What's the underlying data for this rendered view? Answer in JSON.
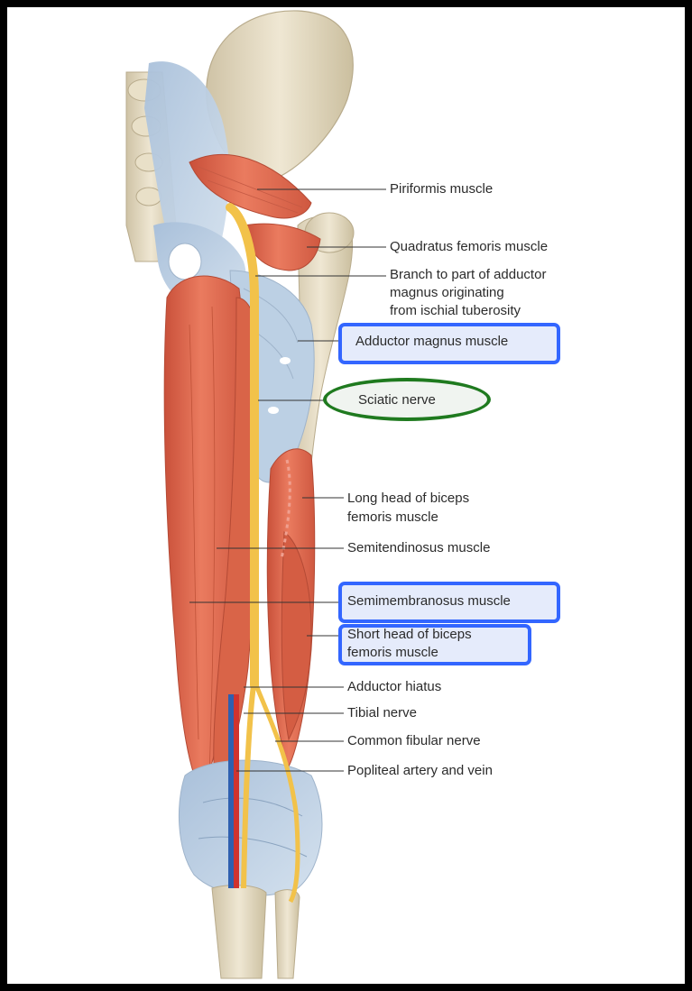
{
  "labels": {
    "piriformis": "Piriformis muscle",
    "quadratus": "Quadratus femoris muscle",
    "branch": [
      "Branch to part of adductor",
      "magnus originating",
      "from ischial tuberosity"
    ],
    "adductor_magnus": "Adductor magnus muscle",
    "sciatic": "Sciatic nerve",
    "long_head": [
      "Long head of biceps",
      "femoris muscle"
    ],
    "semitendinosus": "Semitendinosus muscle",
    "semimembranosus": "Semimembranosus muscle",
    "short_head": [
      "Short head of biceps",
      "femoris muscle"
    ],
    "adductor_hiatus": "Adductor hiatus",
    "tibial": "Tibial nerve",
    "common_fibular": "Common fibular nerve",
    "popliteal": "Popliteal artery and vein"
  },
  "highlights": {
    "blue": [
      "adductor_magnus",
      "semimembranosus",
      "short_head"
    ],
    "green": [
      "sciatic"
    ]
  },
  "colors": {
    "highlight_blue": "#3366ff",
    "highlight_green": "#1f7a1f",
    "muscle": "#e0694e",
    "nerve": "#f2c24a",
    "bone": "#e6dcc4",
    "ligament": "#b9cce0",
    "artery": "#d0332e",
    "vein": "#2e5fb0",
    "frame": "#000000"
  }
}
